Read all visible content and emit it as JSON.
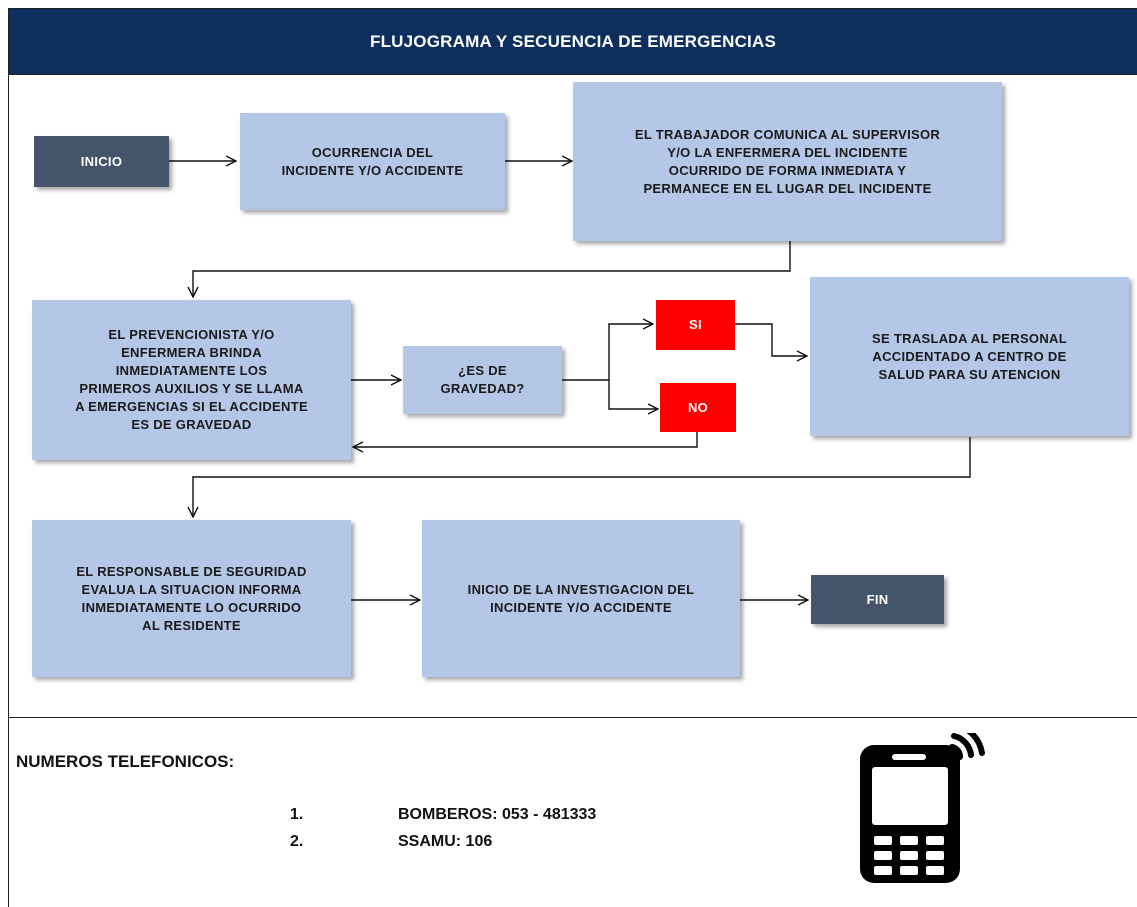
{
  "title": "FLUJOGRAMA Y SECUENCIA DE EMERGENCIAS",
  "nodes": {
    "inicio": "INICIO",
    "ocurrencia": "OCURRENCIA DEL\nINCIDENTE Y/O ACCIDENTE",
    "comunica": "EL TRABAJADOR COMUNICA AL SUPERVISOR\nY/O LA ENFERMERA DEL INCIDENTE\nOCURRIDO DE FORMA INMEDIATA Y\nPERMANECE EN EL LUGAR DEL INCIDENTE",
    "prevencionista": "EL PREVENCIONISTA Y/O\nENFERMERA BRINDA\nINMEDIATAMENTE LOS\nPRIMEROS AUXILIOS Y SE LLAMA\nA EMERGENCIAS SI EL ACCIDENTE\nES DE GRAVEDAD",
    "pregunta": "¿ES DE\nGRAVEDAD?",
    "si": "SI",
    "no": "NO",
    "traslada": "SE TRASLADA AL PERSONAL\nACCIDENTADO A CENTRO DE\nSALUD PARA SU ATENCION",
    "responsable": "EL RESPONSABLE DE SEGURIDAD\nEVALUA LA SITUACION INFORMA\nINMEDIATAMENTE LO OCURRIDO\nAL RESIDENTE",
    "investigacion": "INICIO DE LA INVESTIGACION DEL\nINCIDENTE Y/O ACCIDENTE",
    "fin": "FIN"
  },
  "phones": {
    "heading": "NUMEROS TELEFONICOS:",
    "items": [
      {
        "index": "1.",
        "text": "BOMBEROS: 053 - 481333"
      },
      {
        "index": "2.",
        "text": "SSAMU: 106"
      }
    ]
  },
  "icons": {
    "phone": "mobile-phone-icon"
  },
  "colors": {
    "header": "#0e2f5e",
    "process_box": "#b4c7e7",
    "terminal_box": "#44546a",
    "decision_option": "#ff0000"
  }
}
